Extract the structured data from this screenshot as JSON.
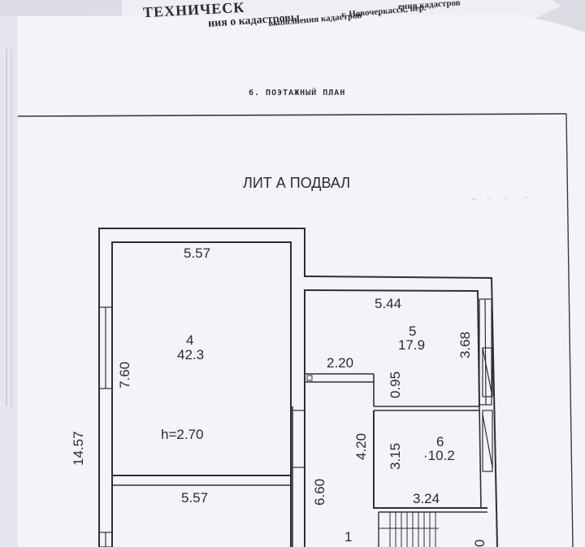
{
  "under_sheet": {
    "title_fragment": "ТЕХНИЧЕСК",
    "line1_fragment": "ния о кадастровы",
    "line1_fragment_b": "ения кадастров",
    "line2_fragment": "выполнения кадастров",
    "line3_fragment": "г. Новочеркасск, пер."
  },
  "section_title": "6.  ПОЭТАЖНЫЙ  ПЛАН",
  "plan_title": "ЛИТ А ПОДВАЛ",
  "rooms": {
    "room4": {
      "number": "4",
      "area": "42.3",
      "width_top": "5.57",
      "length": "7.60",
      "height": "h=2.70",
      "width_bottom": "5.57"
    },
    "room5": {
      "number": "5",
      "area": "17.9",
      "width": "5.44",
      "length": "3.68",
      "partition": "0.95"
    },
    "room6": {
      "number": "6",
      "area": "·10.2",
      "width": "3.24",
      "length": "3.15"
    },
    "corridor": {
      "width": "2.20",
      "dim_a": "4.20",
      "dim_b": "6.60"
    },
    "room1": {
      "number": "1"
    }
  },
  "overall": {
    "length": "14.57"
  },
  "edge_fragment": "0",
  "colors": {
    "paper": "#f4f4f8",
    "ink": "#2a2a30",
    "background": "#dcdde4"
  }
}
